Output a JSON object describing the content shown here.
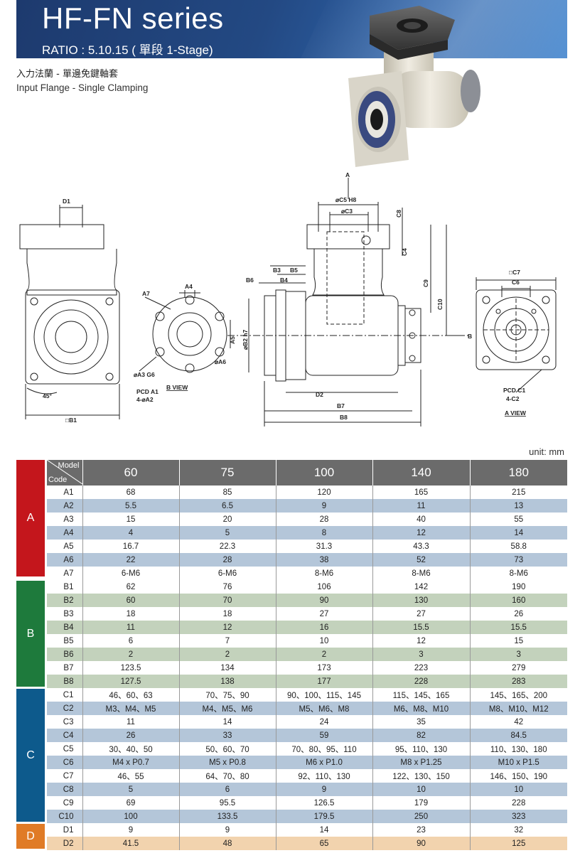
{
  "header": {
    "title": "HF-FN series",
    "ratio": "RATIO : 5.10.15 ( 單段 1-Stage)",
    "subtitle_zh": "入力法蘭 - 單邊免鍵軸套",
    "subtitle_en": "Input Flange - Single Clamping"
  },
  "drawing": {
    "labels": {
      "d1": "D1",
      "b1": "□B1",
      "angle": "45°",
      "a4": "A4",
      "a7": "A7",
      "a5": "A5",
      "a3": "⌀A3 G6",
      "a6": "⌀A6",
      "pcd_a1": "PCD A1",
      "pcd_a2": "4-⌀A2",
      "b_view": "B VIEW",
      "arrow_a": "A",
      "c5": "⌀C5 H8",
      "c3": "⌀C3",
      "c8": "C8",
      "c4": "C4",
      "c9": "C9",
      "c10": "C10",
      "b3": "B3",
      "b5": "B5",
      "b6": "B6",
      "b4": "B4",
      "b2": "⌀B2 h7",
      "d2": "D2",
      "b7": "B7",
      "b8": "B8",
      "arrow_b": "B",
      "c7": "□C7",
      "c6": "C6",
      "pcd_c1": "PCD C1",
      "c2": "4-C2",
      "a_view": "A VIEW"
    }
  },
  "unit": "unit: mm",
  "table": {
    "corner_model": "Model",
    "corner_code": "Code",
    "models": [
      "60",
      "75",
      "100",
      "140",
      "180"
    ],
    "groups": [
      {
        "label": "A",
        "color": "#c4161c",
        "rows": 7
      },
      {
        "label": "B",
        "color": "#1e7a3c",
        "rows": 8
      },
      {
        "label": "C",
        "color": "#0d5a8c",
        "rows": 10
      },
      {
        "label": "D",
        "color": "#e07b26",
        "rows": 2
      }
    ],
    "rows": [
      {
        "code": "A1",
        "values": [
          "68",
          "85",
          "120",
          "165",
          "215"
        ]
      },
      {
        "code": "A2",
        "values": [
          "5.5",
          "6.5",
          "9",
          "11",
          "13"
        ]
      },
      {
        "code": "A3",
        "values": [
          "15",
          "20",
          "28",
          "40",
          "55"
        ]
      },
      {
        "code": "A4",
        "values": [
          "4",
          "5",
          "8",
          "12",
          "14"
        ]
      },
      {
        "code": "A5",
        "values": [
          "16.7",
          "22.3",
          "31.3",
          "43.3",
          "58.8"
        ]
      },
      {
        "code": "A6",
        "values": [
          "22",
          "28",
          "38",
          "52",
          "73"
        ]
      },
      {
        "code": "A7",
        "values": [
          "6-M6",
          "6-M6",
          "8-M6",
          "8-M6",
          "8-M6"
        ]
      },
      {
        "code": "B1",
        "values": [
          "62",
          "76",
          "106",
          "142",
          "190"
        ]
      },
      {
        "code": "B2",
        "values": [
          "60",
          "70",
          "90",
          "130",
          "160"
        ]
      },
      {
        "code": "B3",
        "values": [
          "18",
          "18",
          "27",
          "27",
          "26"
        ]
      },
      {
        "code": "B4",
        "values": [
          "11",
          "12",
          "16",
          "15.5",
          "15.5"
        ]
      },
      {
        "code": "B5",
        "values": [
          "6",
          "7",
          "10",
          "12",
          "15"
        ]
      },
      {
        "code": "B6",
        "values": [
          "2",
          "2",
          "2",
          "3",
          "3"
        ]
      },
      {
        "code": "B7",
        "values": [
          "123.5",
          "134",
          "173",
          "223",
          "279"
        ]
      },
      {
        "code": "B8",
        "values": [
          "127.5",
          "138",
          "177",
          "228",
          "283"
        ]
      },
      {
        "code": "C1",
        "values": [
          "46、60、63",
          "70、75、90",
          "90、100、115、145",
          "115、145、165",
          "145、165、200"
        ]
      },
      {
        "code": "C2",
        "values": [
          "M3、M4、M5",
          "M4、M5、M6",
          "M5、M6、M8",
          "M6、M8、M10",
          "M8、M10、M12"
        ]
      },
      {
        "code": "C3",
        "values": [
          "11",
          "14",
          "24",
          "35",
          "42"
        ]
      },
      {
        "code": "C4",
        "values": [
          "26",
          "33",
          "59",
          "82",
          "84.5"
        ]
      },
      {
        "code": "C5",
        "values": [
          "30、40、50",
          "50、60、70",
          "70、80、95、110",
          "95、110、130",
          "110、130、180"
        ]
      },
      {
        "code": "C6",
        "values": [
          "M4 x P0.7",
          "M5 x P0.8",
          "M6 x P1.0",
          "M8 x P1.25",
          "M10 x P1.5"
        ]
      },
      {
        "code": "C7",
        "values": [
          "46、55",
          "64、70、80",
          "92、110、130",
          "122、130、150",
          "146、150、190"
        ]
      },
      {
        "code": "C8",
        "values": [
          "5",
          "6",
          "9",
          "10",
          "10"
        ]
      },
      {
        "code": "C9",
        "values": [
          "69",
          "95.5",
          "126.5",
          "179",
          "228"
        ]
      },
      {
        "code": "C10",
        "values": [
          "100",
          "133.5",
          "179.5",
          "250",
          "323"
        ]
      },
      {
        "code": "D1",
        "values": [
          "9",
          "9",
          "14",
          "23",
          "32"
        ]
      },
      {
        "code": "D2",
        "values": [
          "41.5",
          "48",
          "65",
          "90",
          "125"
        ]
      }
    ],
    "stripe_colors": {
      "A": "#b4c6d9",
      "B": "#c3d2bc",
      "C": "#b4c6d9",
      "D": "#f2d3ae"
    }
  }
}
